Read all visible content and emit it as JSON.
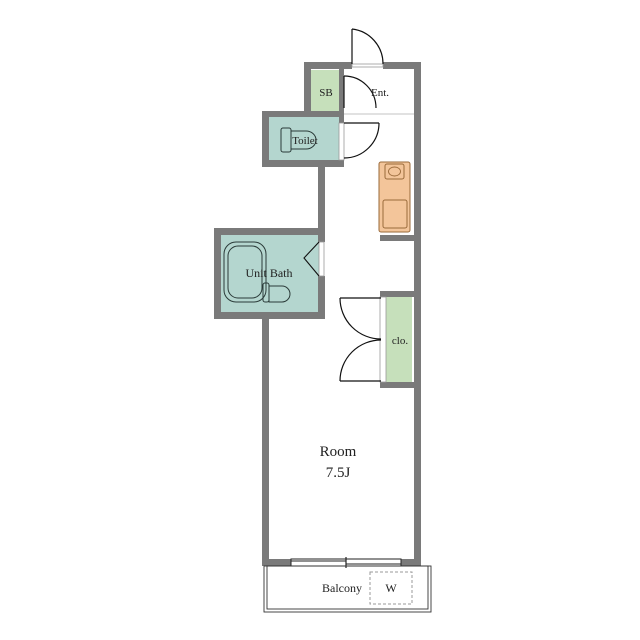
{
  "rooms": {
    "sb": "SB",
    "entrance": "Ent.",
    "toilet": "Toilet",
    "unit_bath": "Unit Bath",
    "closet": "clo.",
    "room_name": "Room",
    "room_size": "7.5J",
    "balcony": "Balcony",
    "washer": "W"
  },
  "colors": {
    "wall": "#7a7a7a",
    "wet_area": "#b4d6cf",
    "storage": "#c6e0bb",
    "kitchen": "#f3c59a",
    "kitchen_stroke": "#9a6a3a"
  }
}
